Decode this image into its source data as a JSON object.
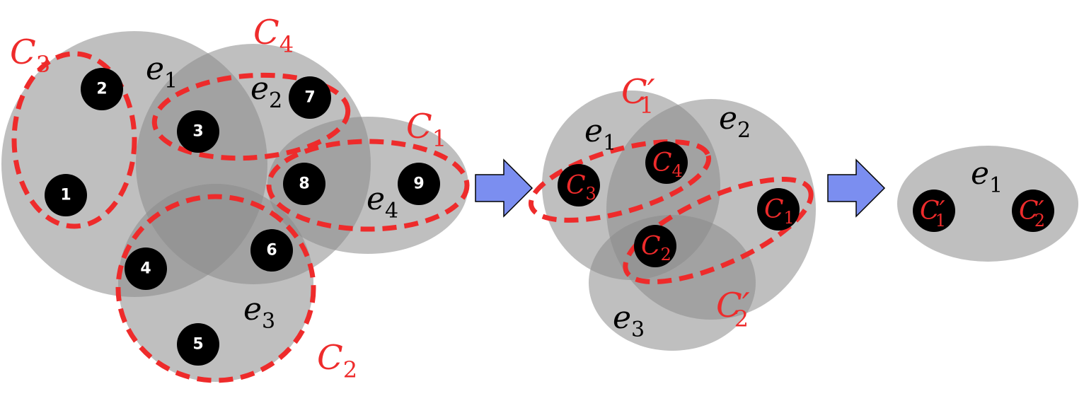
{
  "stage1": {
    "nodes": [
      "1",
      "2",
      "3",
      "4",
      "5",
      "6",
      "7",
      "8",
      "9"
    ],
    "edges": [
      {
        "name": "e",
        "sub": "1"
      },
      {
        "name": "e",
        "sub": "2"
      },
      {
        "name": "e",
        "sub": "3"
      },
      {
        "name": "e",
        "sub": "4"
      }
    ],
    "clusters": [
      {
        "name": "C",
        "sub": "3"
      },
      {
        "name": "C",
        "sub": "4"
      },
      {
        "name": "C",
        "sub": "1"
      },
      {
        "name": "C",
        "sub": "2"
      }
    ]
  },
  "stage2": {
    "edges": [
      {
        "name": "e",
        "sub": "1"
      },
      {
        "name": "e",
        "sub": "2"
      },
      {
        "name": "e",
        "sub": "3"
      }
    ],
    "nodes": [
      {
        "name": "C",
        "sub": "3"
      },
      {
        "name": "C",
        "sub": "4"
      },
      {
        "name": "C",
        "sub": "1"
      },
      {
        "name": "C",
        "sub": "2"
      }
    ],
    "clusters": [
      {
        "name": "C",
        "prime": "′",
        "sub": "1"
      },
      {
        "name": "C",
        "prime": "′",
        "sub": "2"
      }
    ]
  },
  "stage3": {
    "edges": [
      {
        "name": "e",
        "sub": "1"
      }
    ],
    "nodes": [
      {
        "name": "C",
        "prime": "′",
        "sub": "1"
      },
      {
        "name": "C",
        "prime": "′",
        "sub": "2"
      }
    ]
  },
  "colors": {
    "hyperedge": "#8a8a8a",
    "cluster_outline": "#ee2b2b",
    "node": "#000000",
    "arrow": "#7b8ef0"
  },
  "icons": [
    "right-arrow-icon",
    "right-arrow-icon"
  ]
}
